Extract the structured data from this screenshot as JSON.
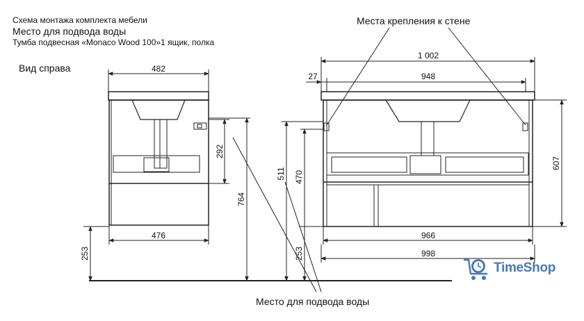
{
  "header": {
    "line1": "Схема монтажа комплекта мебели",
    "line2": "Место для подвода воды",
    "line3": "Тумба подвесная «Monaco Wood 100»1 ящик, полка"
  },
  "side_view_label": "Вид справа",
  "mounting_label": "Места крепления к стене",
  "water_label": "Место для подвода воды",
  "dimensions": {
    "side_width_top": "482",
    "side_width_bottom": "476",
    "side_water_height": "292",
    "side_total_height": "764",
    "side_floor_gap": "253",
    "front_total_width": "1 002",
    "front_offset": "27",
    "front_mount_span": "948",
    "front_body_width": "966",
    "front_outer_width": "998",
    "front_height_511": "511",
    "front_height_470": "470",
    "front_floor_gap": "253",
    "front_body_height": "607"
  },
  "brand": {
    "name": "TimeShop",
    "color": "#4a78b8",
    "icon": "cart-clock-icon"
  }
}
